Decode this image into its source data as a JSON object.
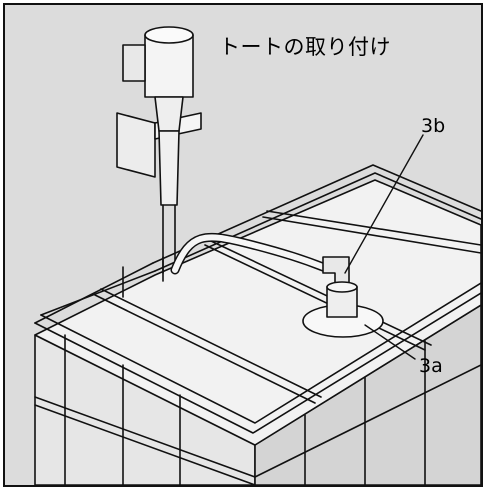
{
  "title": "トートの取り付け",
  "callouts": {
    "label_3b": "3b",
    "label_3a": "3a"
  },
  "colors": {
    "background": "#dcdcdc",
    "tote_fill": "#f2f2f2",
    "line": "#111111"
  }
}
